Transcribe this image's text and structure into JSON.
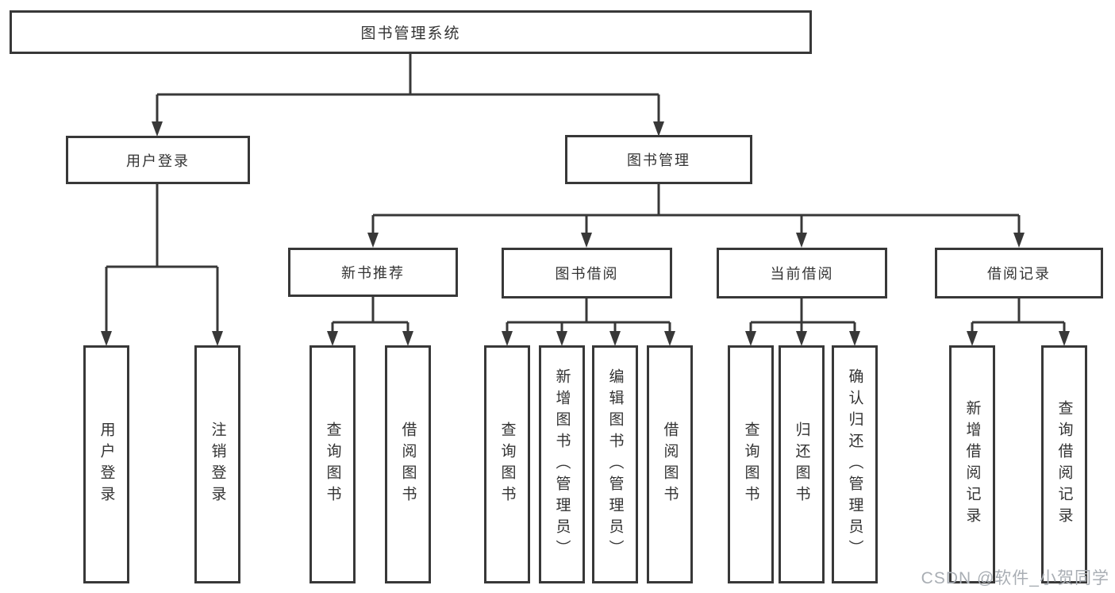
{
  "diagram": {
    "title": "图书管理系统",
    "branches": [
      {
        "label": "用户登录",
        "children": [
          {
            "label": "用户登录"
          },
          {
            "label": "注销登录"
          }
        ]
      },
      {
        "label": "图书管理",
        "children": [
          {
            "label": "新书推荐",
            "children": [
              {
                "label": "查询图书"
              },
              {
                "label": "借阅图书"
              }
            ]
          },
          {
            "label": "图书借阅",
            "children": [
              {
                "label": "查询图书"
              },
              {
                "label": "新增图书（管理员）"
              },
              {
                "label": "编辑图书（管理员）"
              },
              {
                "label": "借阅图书"
              }
            ]
          },
          {
            "label": "当前借阅",
            "children": [
              {
                "label": "查询图书"
              },
              {
                "label": "归还图书"
              },
              {
                "label": "确认归还（管理员）"
              }
            ]
          },
          {
            "label": "借阅记录",
            "children": [
              {
                "label": "新增借阅记录"
              },
              {
                "label": "查询借阅记录"
              }
            ]
          }
        ]
      }
    ]
  },
  "watermark": {
    "text": "CSDN @软件_小贺同学"
  },
  "colors": {
    "line": "#383838",
    "box_border": "#383838",
    "text": "#333333",
    "background": "#ffffff",
    "watermark": "#a9aeb4"
  }
}
